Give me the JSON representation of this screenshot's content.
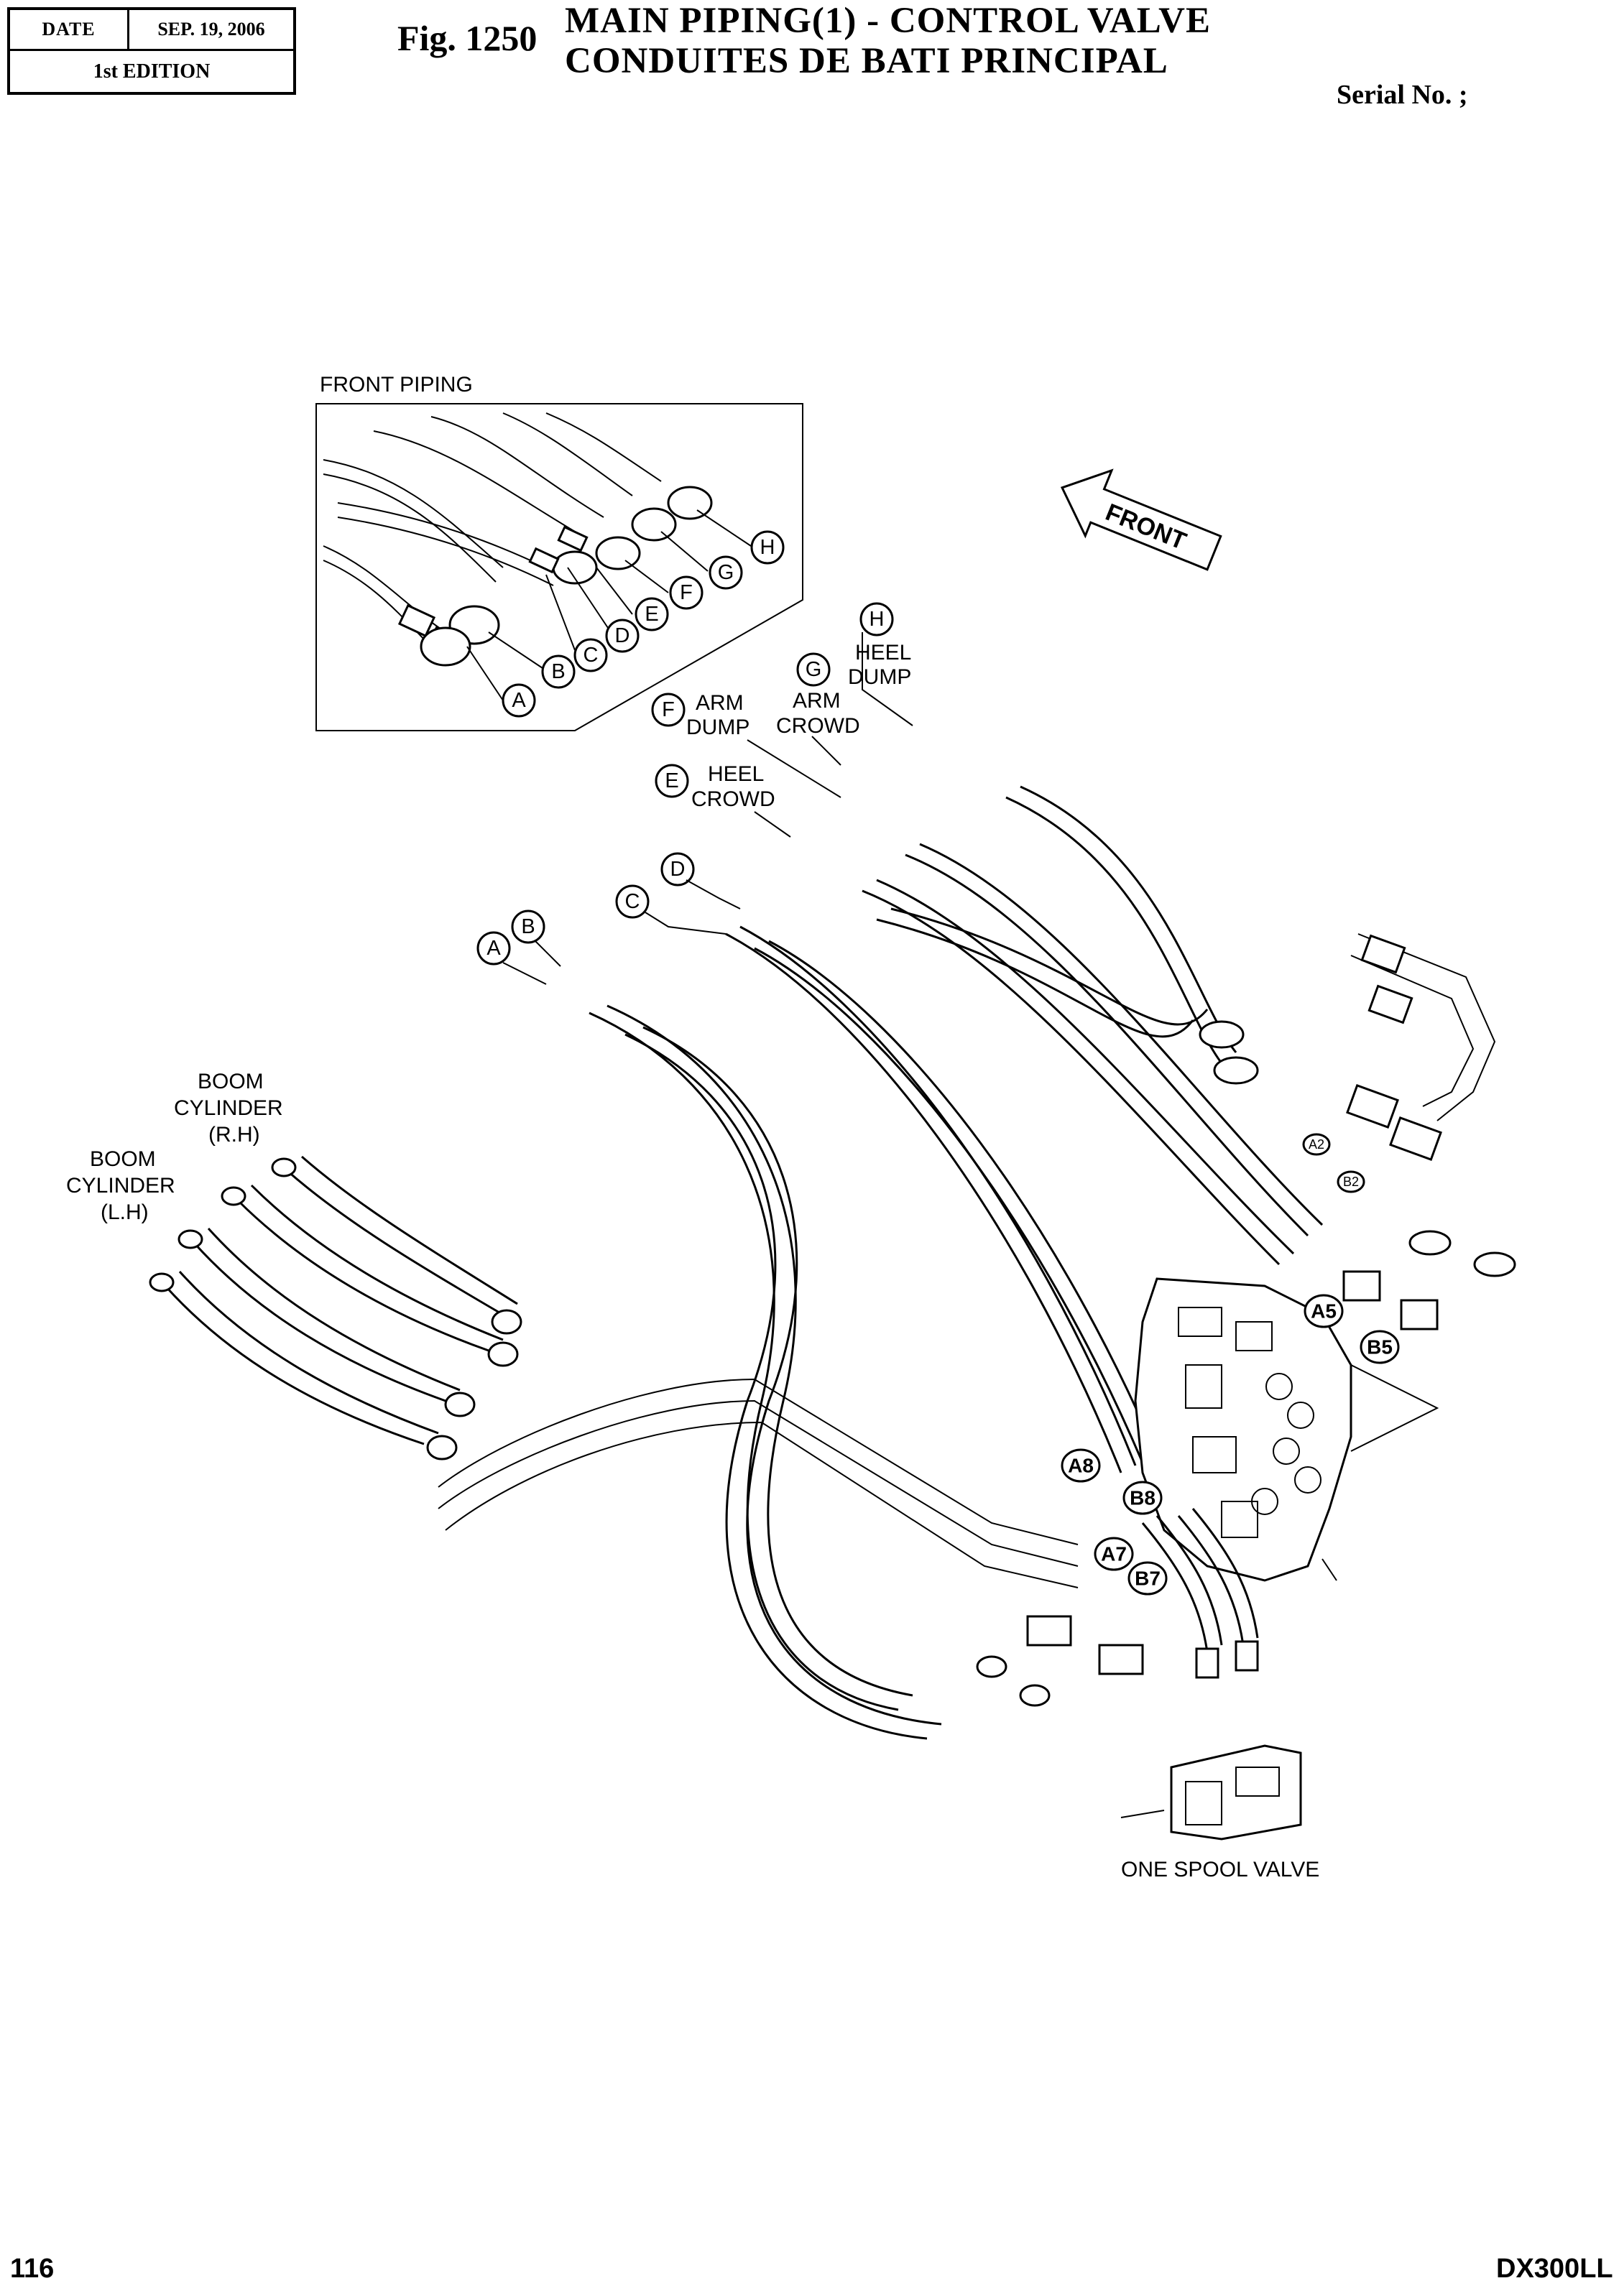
{
  "header": {
    "date_label": "DATE",
    "date_value": "SEP. 19, 2006",
    "edition": "1st EDITION",
    "figure_number": "Fig. 1250",
    "title_en": "MAIN  PIPING(1)  -  CONTROL  VALVE",
    "title_fr": "CONDUITES DE BATI PRINCIPAL",
    "serial": "Serial No. ;"
  },
  "footer": {
    "page_number": "116",
    "model": "DX300LL"
  },
  "diagram": {
    "front_piping_label": "FRONT PIPING",
    "front_arrow_label": "FRONT",
    "inset_callouts": [
      "A",
      "B",
      "C",
      "D",
      "E",
      "F",
      "G",
      "H"
    ],
    "callouts": {
      "a": "A",
      "b": "B",
      "c": "C",
      "d": "D",
      "e": "E",
      "f": "F",
      "g": "G",
      "h": "H"
    },
    "function_labels": {
      "heel_dump_1": "HEEL",
      "heel_dump_2": "DUMP",
      "arm_dump_1": "ARM",
      "arm_dump_2": "DUMP",
      "arm_crowd_1": "ARM",
      "arm_crowd_2": "CROWD",
      "heel_crowd_1": "HEEL",
      "heel_crowd_2": "CROWD"
    },
    "cylinder_labels": {
      "rh_1": "BOOM",
      "rh_2": "CYLINDER",
      "rh_3": "(R.H)",
      "lh_1": "BOOM",
      "lh_2": "CYLINDER",
      "lh_3": "(L.H)"
    },
    "port_labels": {
      "a2": "A2",
      "b2": "B2",
      "a5": "A5",
      "b5": "B5",
      "a8": "A8",
      "b8": "B8",
      "a7": "A7",
      "b7": "B7"
    },
    "one_spool_valve_label": "ONE SPOOL VALVE"
  }
}
